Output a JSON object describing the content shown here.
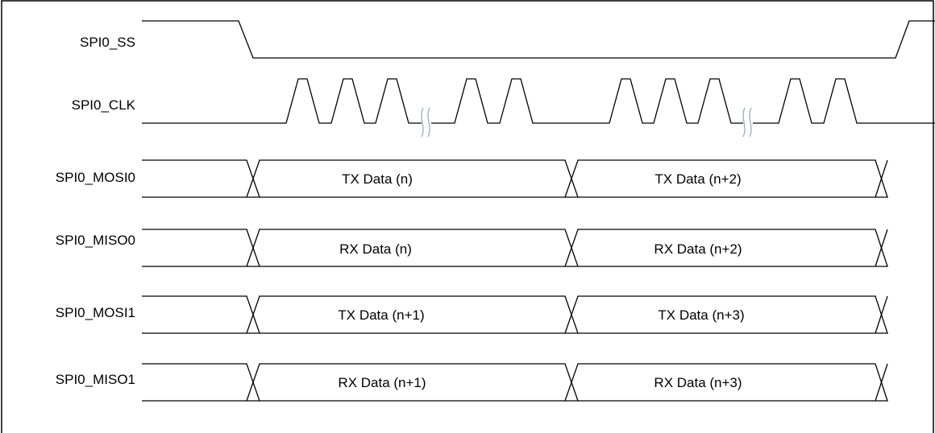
{
  "diagram": {
    "signals": [
      {
        "name": "SPI0_SS",
        "kind": "select"
      },
      {
        "name": "SPI0_CLK",
        "kind": "clock"
      },
      {
        "name": "SPI0_MOSI0",
        "kind": "data",
        "cells": [
          "TX Data (n)",
          "TX Data (n+2)"
        ]
      },
      {
        "name": "SPI0_MISO0",
        "kind": "data",
        "cells": [
          "RX Data (n)",
          "RX Data (n+2)"
        ]
      },
      {
        "name": "SPI0_MOSI1",
        "kind": "data",
        "cells": [
          "TX Data (n+1)",
          "TX Data (n+3)"
        ]
      },
      {
        "name": "SPI0_MISO1",
        "kind": "data",
        "cells": [
          "RX Data (n+1)",
          "RX Data (n+3)"
        ]
      }
    ]
  }
}
